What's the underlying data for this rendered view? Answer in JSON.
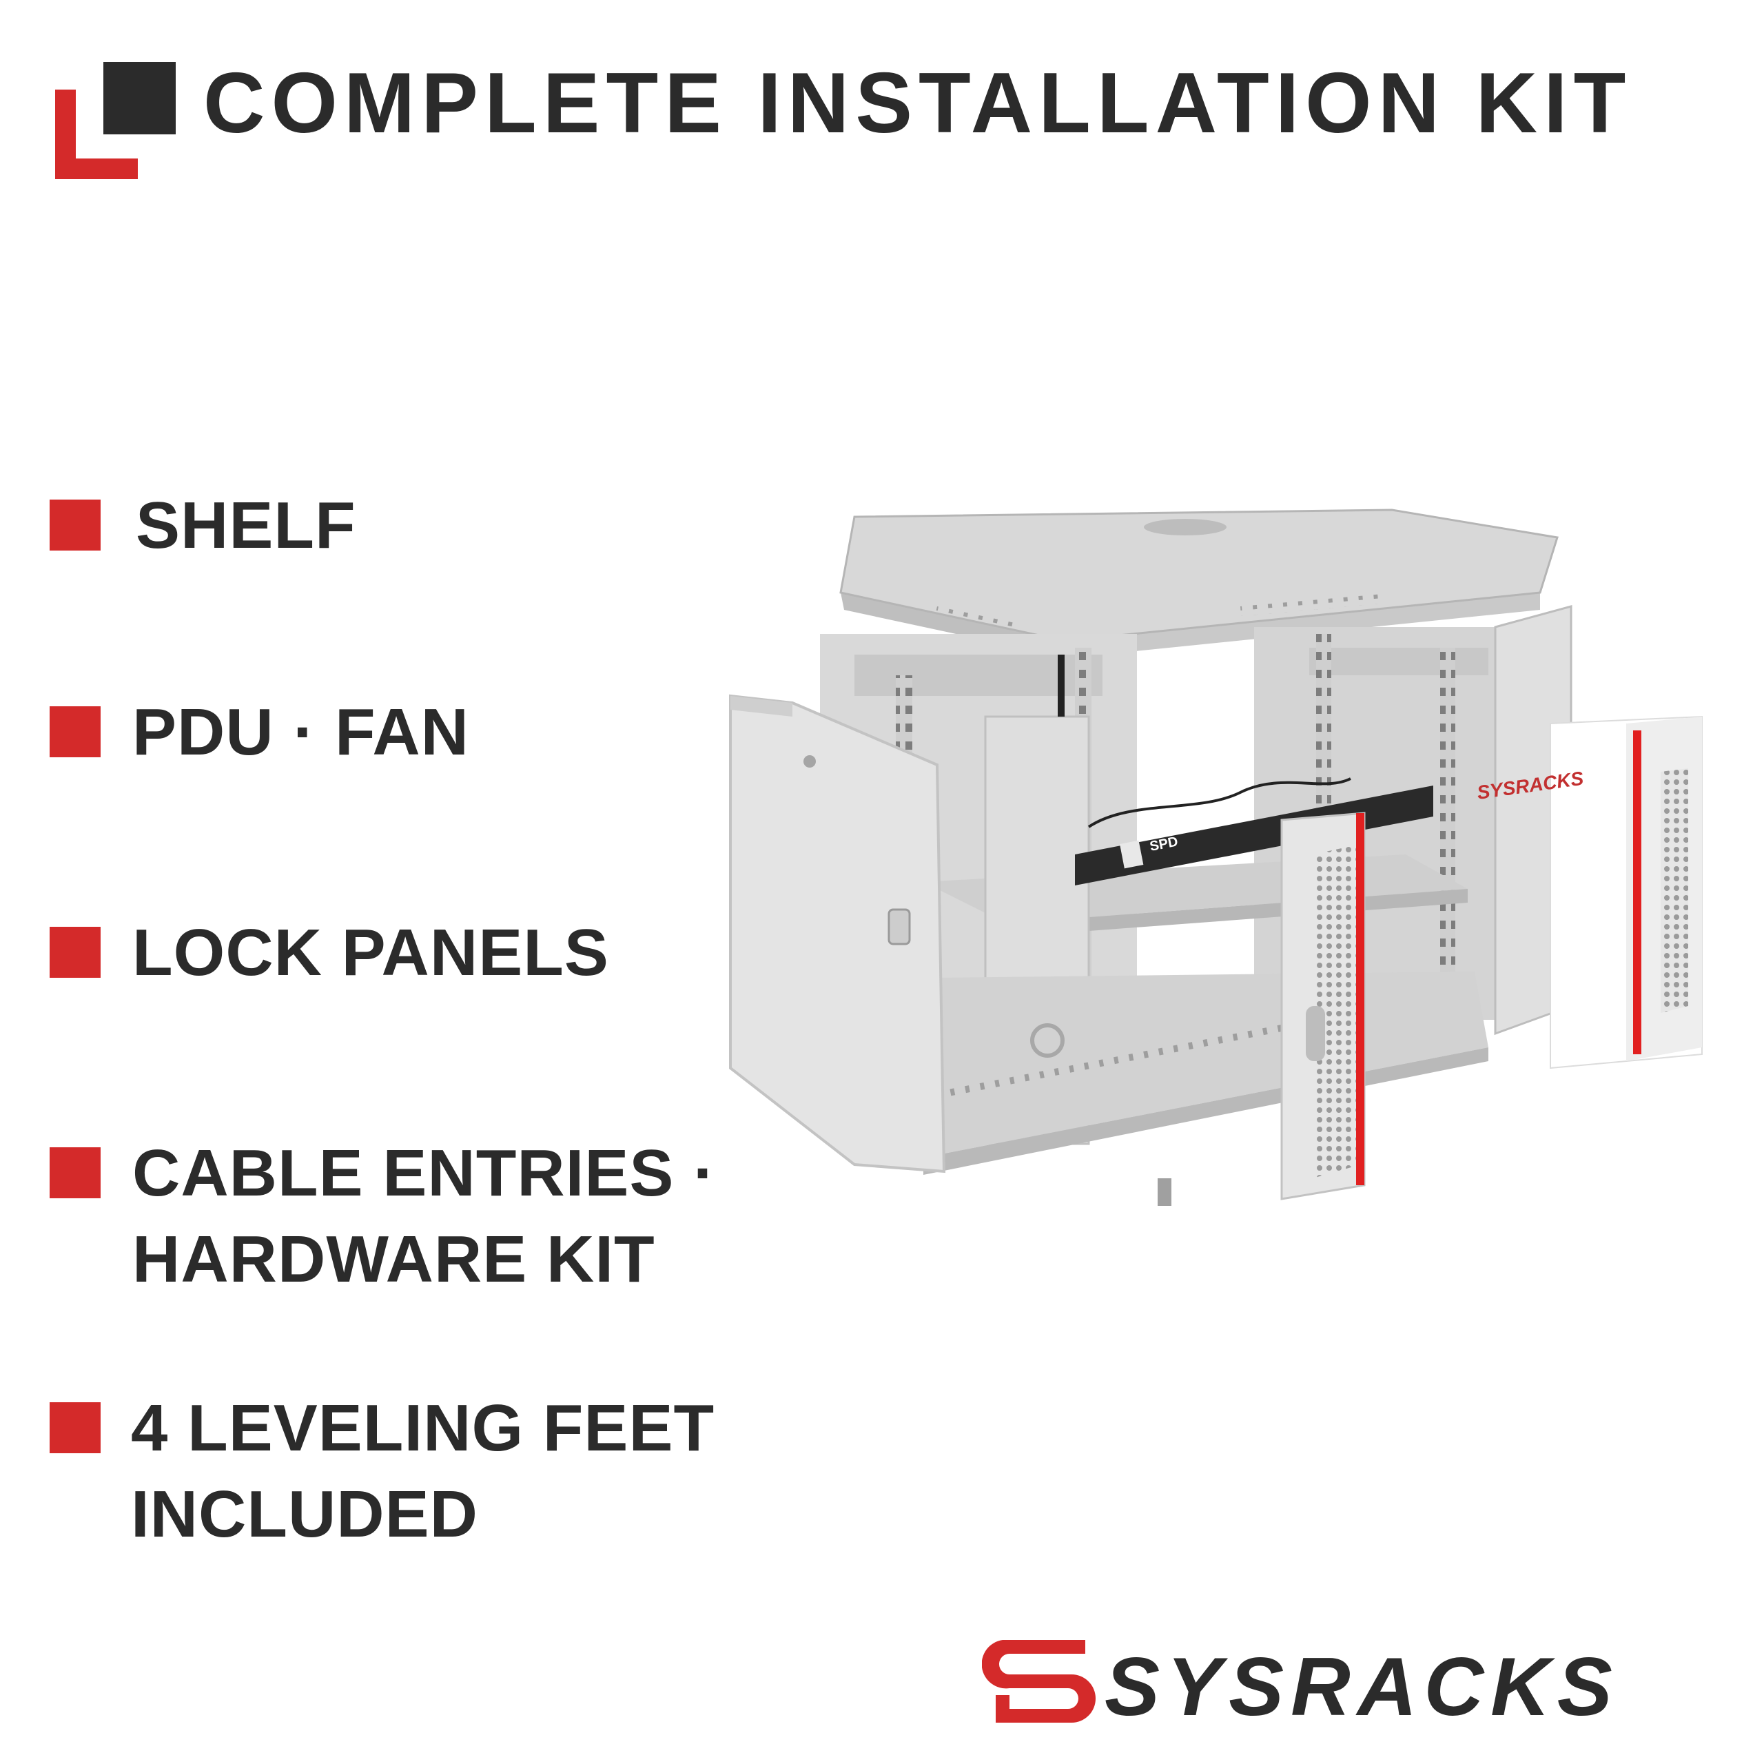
{
  "header": {
    "title": "COMPLETE INSTALLATION KIT",
    "logo_colors": {
      "dark": "#2b2b2b",
      "accent": "#d42a2a"
    }
  },
  "features": [
    {
      "lines": [
        "SHELF"
      ]
    },
    {
      "lines": [
        "PDU · FAN"
      ]
    },
    {
      "lines": [
        "LOCK PANELS"
      ]
    },
    {
      "lines": [
        "CABLE ENTRIES ·",
        "HARDWARE KIT"
      ]
    },
    {
      "lines": [
        "4 LEVELING FEET",
        "INCLUDED"
      ]
    }
  ],
  "product_image": {
    "icon": "wall-mount-rack-cabinet-exploded-view",
    "panel_logo_text": "SYSRACKS",
    "pdu_label": "SPD"
  },
  "brand": {
    "name": "SYSRACKS",
    "accent": "#d42a2a"
  }
}
